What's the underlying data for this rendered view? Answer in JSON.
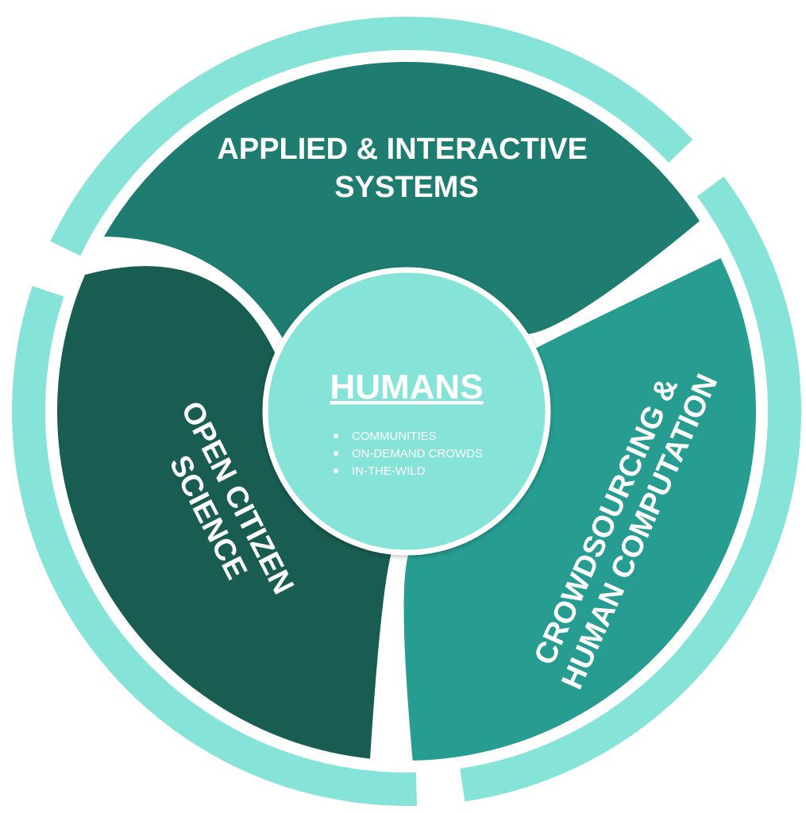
{
  "colors": {
    "outer_ring": "#85E3D8",
    "applied_segment": "#1E7C70",
    "open_citizen_segment": "#185C52",
    "crowdsourcing_segment": "#279C91",
    "center_circle": "#85E3D8",
    "center_border": "#FFFFFF",
    "text": "#FFFFFF"
  },
  "center": {
    "title": "HUMANS",
    "bullets": [
      "COMMUNITIES",
      "ON-DEMAND CROWDS",
      "IN-THE-WILD"
    ]
  },
  "segments": {
    "applied": {
      "lines": [
        "APPLIED & INTERACTIVE",
        "SYSTEMS"
      ]
    },
    "open_citizen": {
      "lines": [
        "OPEN CITIZEN",
        "SCIENCE"
      ]
    },
    "crowdsourcing": {
      "lines": [
        "CROWDSOURCING &",
        "HUMAN COMPUTATION"
      ]
    }
  }
}
